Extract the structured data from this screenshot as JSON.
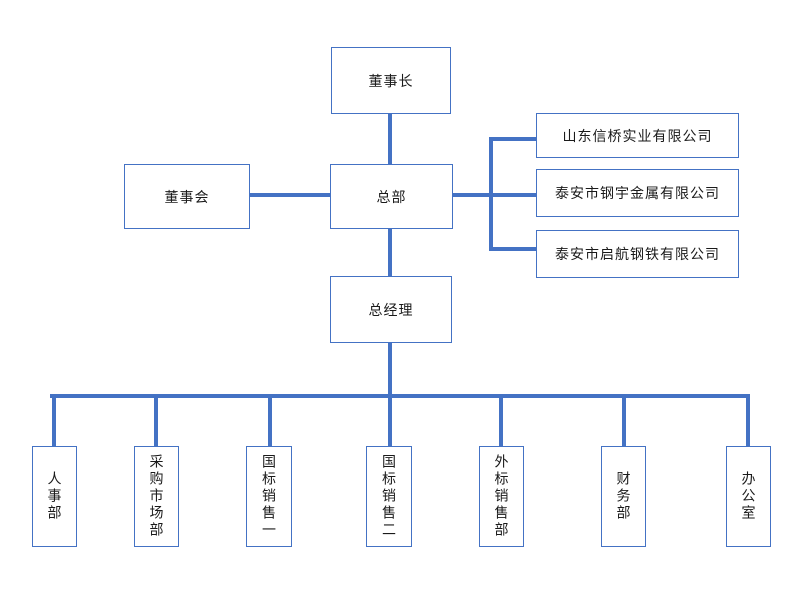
{
  "colors": {
    "accent": "#4472C4",
    "text": "#1a1a1a",
    "background": "#ffffff"
  },
  "org": {
    "chairman": "董事长",
    "board": "董事会",
    "headquarters": "总部",
    "general_manager": "总经理",
    "subsidiaries": [
      "山东信桥实业有限公司",
      "泰安市钢宇金属有限公司",
      "泰安市启航钢铁有限公司"
    ],
    "departments": [
      "人事部",
      "采购市场部",
      "国标销售一",
      "国标销售二",
      "外标销售部",
      "财务部",
      "办公室"
    ]
  }
}
